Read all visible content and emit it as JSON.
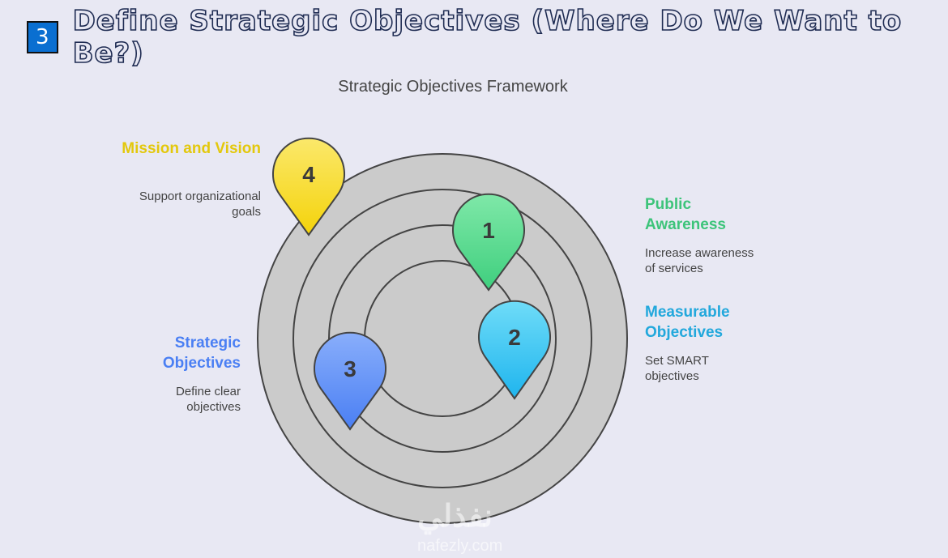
{
  "header": {
    "number": "3",
    "title": "Define Strategic Objectives (Where Do We Want to Be?)"
  },
  "diagram": {
    "title": "Strategic Objectives Framework",
    "items": [
      {
        "num": "1",
        "label": "Public Awareness",
        "desc": "Increase awareness of services",
        "color": "#4cd68a"
      },
      {
        "num": "2",
        "label": "Measurable Objectives",
        "desc": "Set SMART objectives",
        "color": "#29b6e8"
      },
      {
        "num": "3",
        "label": "Strategic Objectives",
        "desc": "Define clear objectives",
        "color": "#4f86f7"
      },
      {
        "num": "4",
        "label": "Mission and Vision",
        "desc": "Support organizational goals",
        "color": "#f5d90a"
      }
    ]
  },
  "watermark": {
    "arabic": "نفذلي",
    "url": "nafezly.com"
  }
}
